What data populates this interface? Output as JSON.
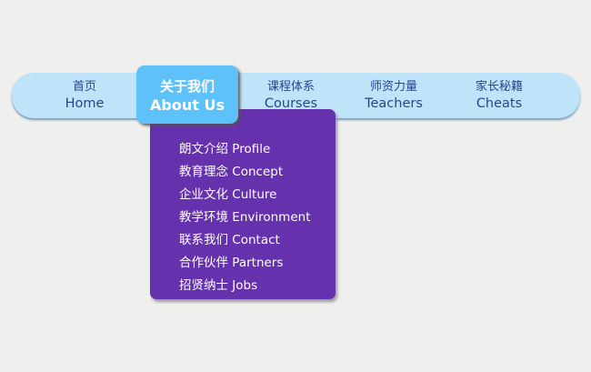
{
  "nav": [
    {
      "zh": "首页",
      "en": "Home"
    },
    {
      "zh": "关于我们",
      "en": "About Us"
    },
    {
      "zh": "课程体系",
      "en": "Courses"
    },
    {
      "zh": "师资力量",
      "en": "Teachers"
    },
    {
      "zh": "家长秘籍",
      "en": "Cheats"
    }
  ],
  "dropdown": [
    "朗文介绍 Profile",
    "教育理念 Concept",
    "企业文化 Culture",
    "教学环境 Environment",
    "联系我们 Contact",
    "合作伙伴 Partners",
    "招贤纳士 Jobs"
  ],
  "colors": {
    "bar": "#bfe4f9",
    "active": "#5ec1fa",
    "dropdown": "#6531ad"
  }
}
